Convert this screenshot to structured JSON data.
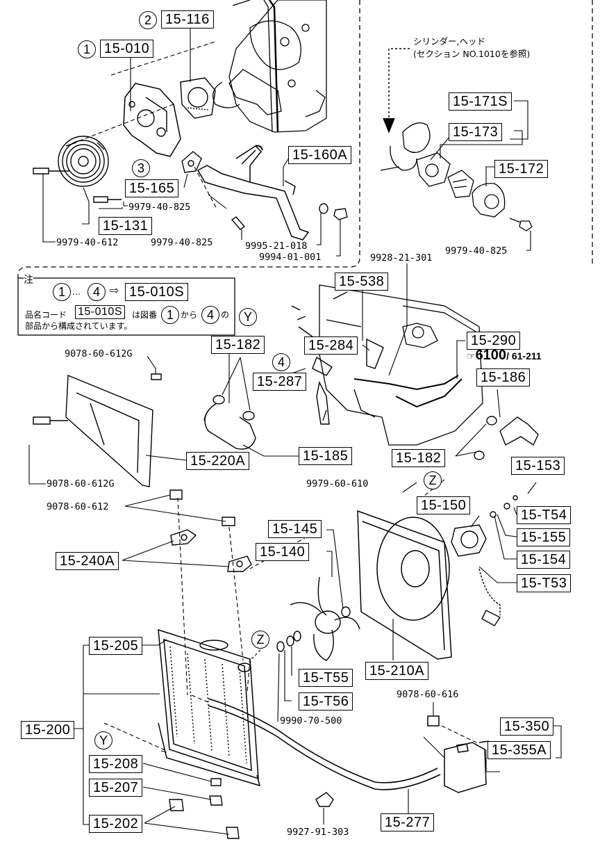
{
  "parts": {
    "p15010": "15-010",
    "p15116": "15-116",
    "p15165": "15-165",
    "p15131": "15-131",
    "p15160A": "15-160A",
    "p15171S": "15-171S",
    "p15173": "15-173",
    "p15172": "15-172",
    "p15538": "15-538",
    "p15284": "15-284",
    "p15290": "15-290",
    "p15186": "15-186",
    "p15182a": "15-182",
    "p15287": "15-287",
    "p15185": "15-185",
    "p15182b": "15-182",
    "p15220A": "15-220A",
    "p15153": "15-153",
    "p15150": "15-150",
    "p15T54": "15-T54",
    "p15155": "15-155",
    "p15154": "15-154",
    "p15T53": "15-T53",
    "p15145": "15-145",
    "p15140": "15-140",
    "p15240A": "15-240A",
    "p15205": "15-205",
    "p15T55": "15-T55",
    "p15T56": "15-T56",
    "p15210A": "15-210A",
    "p15200": "15-200",
    "p15208": "15-208",
    "p15207": "15-207",
    "p15202": "15-202",
    "p15277": "15-277",
    "p15350": "15-350",
    "p15355A": "15-355A"
  },
  "codes": {
    "c1": "9979-40-825",
    "c2": "9979-40-612",
    "c3": "9979-40-825",
    "c4": "9995-21-018",
    "c5": "9994-01-001",
    "c6": "9979-40-825",
    "c7": "9928-21-301",
    "c8": "9078-60-612G",
    "c9": "9078-60-612G",
    "c10": "9979-60-610",
    "c11": "9078-60-612",
    "c12": "9990-70-500",
    "c13": "9078-60-616",
    "c14": "9927-91-303"
  },
  "markers": {
    "m1": "1",
    "m2": "2",
    "m3": "3",
    "m4": "4",
    "mY1": "Y",
    "mY2": "Y",
    "mZ1": "Z",
    "mZ2": "Z"
  },
  "reference": {
    "line1": "シリンダー,ヘッド",
    "line2": "(セクション NO.1010を参照)",
    "page": "6100",
    "sub": "/ 61-211"
  },
  "note": {
    "title": "注",
    "range_from": "1",
    "range_sep": "…",
    "range_to": "4",
    "arrow": "⇨",
    "kit": "15-010S",
    "line2_a": "品名コード",
    "line2_kit": "15-010S",
    "line2_b": "は図番",
    "line2_c": "から",
    "line2_d": "の",
    "line3": "部品から構成されています。",
    "n1": "1",
    "n4": "4"
  }
}
